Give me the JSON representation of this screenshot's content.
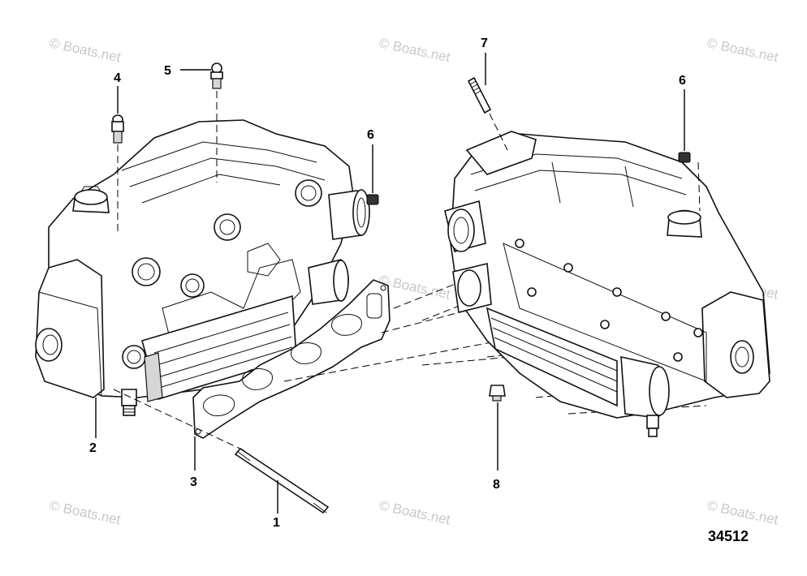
{
  "callouts": [
    {
      "id": "1",
      "label": "1"
    },
    {
      "id": "2",
      "label": "2"
    },
    {
      "id": "3",
      "label": "3"
    },
    {
      "id": "4",
      "label": "4"
    },
    {
      "id": "5",
      "label": "5"
    },
    {
      "id": "6a",
      "label": "6"
    },
    {
      "id": "6b",
      "label": "6"
    },
    {
      "id": "7",
      "label": "7"
    },
    {
      "id": "8",
      "label": "8"
    }
  ],
  "watermark": "© Boats.net",
  "figure_number": "34512"
}
